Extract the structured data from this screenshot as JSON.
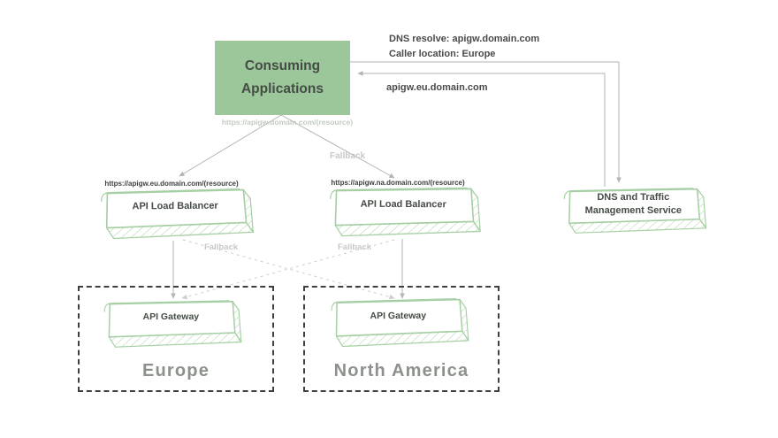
{
  "colors": {
    "accent_green": "#9CC79A",
    "slab_stroke": "#A6CFA4",
    "node_text": "#454C45",
    "wire_gray": "#B3B3B3",
    "dashed_wire_gray": "#CDCDCD",
    "faded_label": "#C2CBC2",
    "fallback_label": "#C8C8C8",
    "region_label": "#8C918C",
    "region_border": "#3F3F3F",
    "annotation_text": "#4A4A4A"
  },
  "nodes": {
    "consuming_applications": {
      "label": "Consuming Applications"
    },
    "lb_eu": {
      "label": "API Load Balancer",
      "url": "https://apigw.eu.domain.com/(resource)"
    },
    "lb_na": {
      "label": "API Load Balancer",
      "url": "https://apigw.na.domain.com/(resource)"
    },
    "dns": {
      "label": "DNS and Traffic Management Service"
    },
    "gw_eu": {
      "label": "API Gateway"
    },
    "gw_na": {
      "label": "API Gateway"
    }
  },
  "regions": {
    "europe": {
      "label": "Europe"
    },
    "north_america": {
      "label": "North America"
    }
  },
  "annotations": {
    "dns_query_line1": "DNS resolve: apigw.domain.com",
    "dns_query_line2": "Caller location: Europe",
    "dns_answer": "apigw.eu.domain.com",
    "primary_url": "https://apigw.domain.com/(resource)",
    "fallback_top": "Fallback",
    "fallback_left": "Fallback",
    "fallback_right": "Fallback"
  }
}
